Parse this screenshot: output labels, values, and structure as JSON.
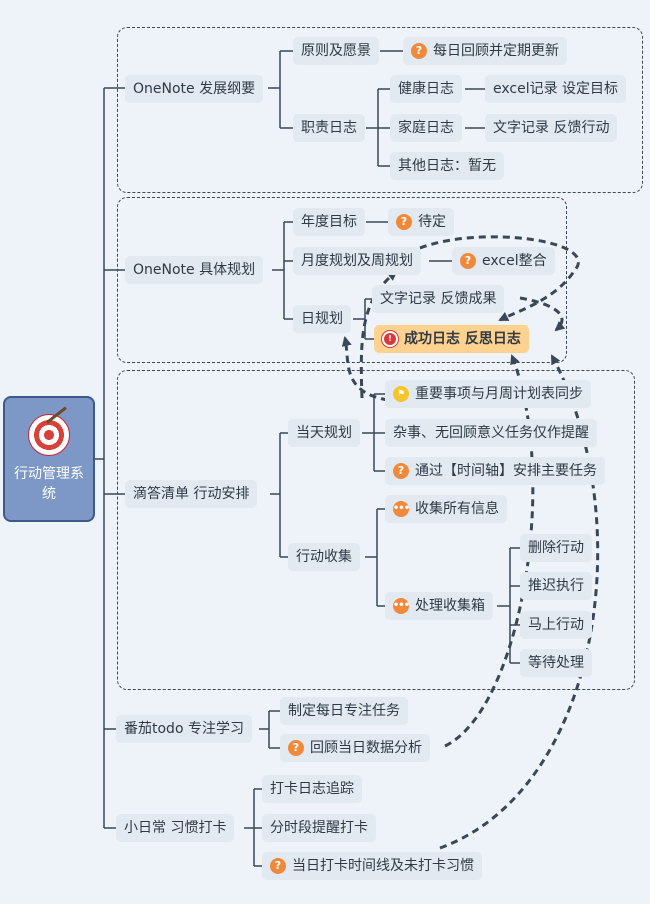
{
  "root": {
    "label": "行动管理系统",
    "icon": "target-icon"
  },
  "branches": {
    "b1": {
      "label": "OneNote 发展纲要",
      "principle": "原则及愿景",
      "daily_review": "每日回顾并定期更新",
      "duty_log": "职责日志",
      "health_log": "健康日志",
      "health_note": "excel记录 设定目标",
      "family_log": "家庭日志",
      "family_note": "文字记录 反馈行动",
      "other_log": "其他日志：暂无"
    },
    "b2": {
      "label": "OneNote 具体规划",
      "annual_goal": "年度目标",
      "pending": "待定",
      "monthly_weekly": "月度规划及周规划",
      "excel_merge": "excel整合",
      "daily_plan": "日规划",
      "text_record": "文字记录 反馈成果",
      "success_log": "成功日志 反思日志"
    },
    "b3": {
      "label": "滴答清单 行动安排",
      "today_plan": "当天规划",
      "sync_tasks": "重要事项与月周计划表同步",
      "misc_tasks": "杂事、无回顾意义任务仅作提醒",
      "timeline_tasks": "通过【时间轴】安排主要任务",
      "collect": "行动收集",
      "collect_all": "收集所有信息",
      "inbox": "处理收集箱",
      "delete": "删除行动",
      "postpone": "推迟执行",
      "now": "马上行动",
      "wait": "等待处理"
    },
    "b4": {
      "label": "番茄todo 专注学习",
      "daily_focus": "制定每日专注任务",
      "review_data": "回顾当日数据分析"
    },
    "b5": {
      "label": "小日常 习惯打卡",
      "track": "打卡日志追踪",
      "remind": "分时段提醒打卡",
      "timeline": "当日打卡时间线及未打卡习惯"
    }
  },
  "colors": {
    "background": "#edf3f8",
    "node": "#e2e9f0",
    "root": "#7d98c6",
    "highlight": "#ffd28f",
    "line": "#3b4756",
    "marker_question": "#f08a3a",
    "marker_flag": "#f4c52d",
    "marker_stop": "#d63a3a"
  }
}
